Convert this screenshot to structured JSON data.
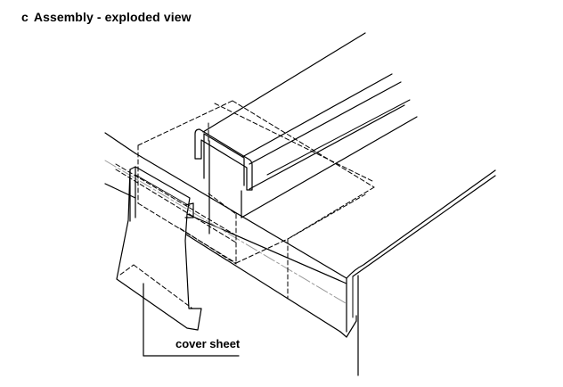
{
  "figure": {
    "label_letter": "c",
    "title": "Assembly - exploded view"
  },
  "callouts": {
    "cover_sheet": "cover sheet"
  }
}
